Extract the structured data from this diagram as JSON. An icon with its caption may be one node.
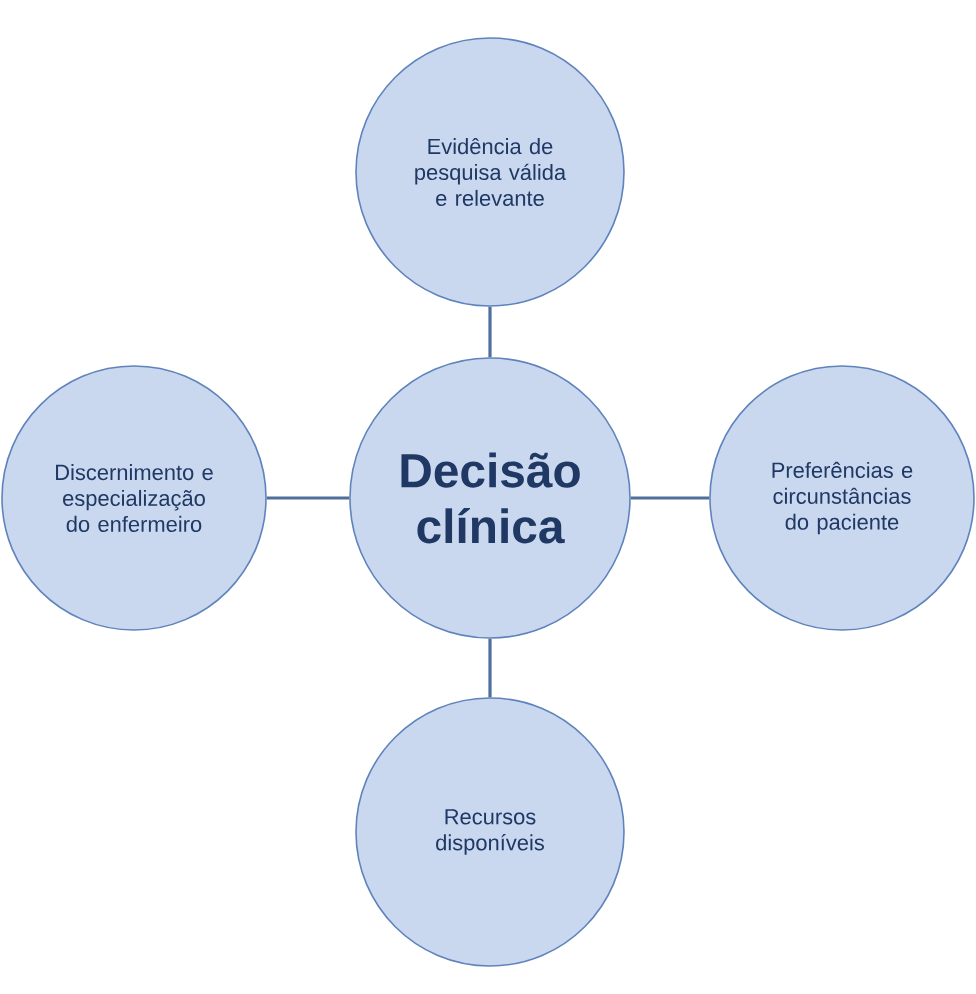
{
  "diagram": {
    "nodes": [
      {
        "text": [
          "Evidência de pesquisa válida e relevante"
        ]
      },
      {
        "text": [
          "Discernimento e especialização do enfermeiro"
        ]
      },
      {
        "text": [
          "Decisão clínica"
        ]
      },
      {
        "text": [
          "Preferências e circunstâncias do paciente"
        ]
      },
      {
        "text": [
          "Recursos disponíveis"
        ]
      }
    ],
    "edges": [
      {
        "from": 2,
        "to": 0,
        "arrow": "none"
      },
      {
        "from": 2,
        "to": 1,
        "arrow": "none"
      },
      {
        "from": 2,
        "to": 3,
        "arrow": "none"
      },
      {
        "from": 2,
        "to": 4,
        "arrow": "none"
      }
    ]
  }
}
